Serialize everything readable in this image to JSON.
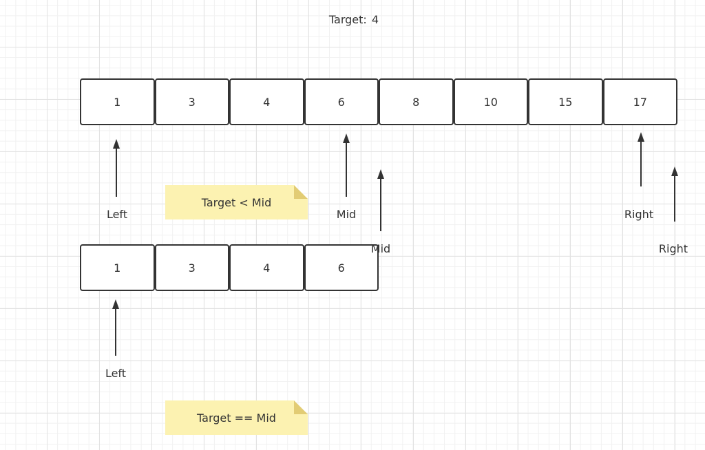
{
  "target": {
    "prefix": "Target",
    "separator": ":",
    "value": "4"
  },
  "rows": [
    {
      "values": [
        "1",
        "3",
        "4",
        "6",
        "8",
        "10",
        "15",
        "17"
      ]
    },
    {
      "values": [
        "1",
        "3",
        "4",
        "6"
      ]
    }
  ],
  "pointers": {
    "step1": {
      "left": "Left",
      "mid": "Mid",
      "right": "Right"
    },
    "step2": {
      "mid": "Mid",
      "right": "Right",
      "left": "Left"
    }
  },
  "notes": {
    "compare_less": "Target < Mid",
    "compare_equal": "Target == Mid"
  },
  "colors": {
    "note_fill": "#fcf2b1",
    "note_fold": "#e2cc74",
    "stroke": "#333333",
    "grid": "#e2e2e2"
  }
}
